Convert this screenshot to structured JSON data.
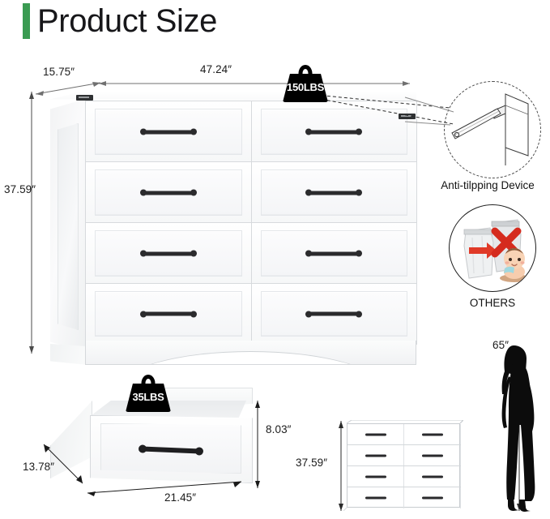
{
  "title": {
    "text": "Product Size",
    "accent_color": "#3a9b52"
  },
  "main_product": {
    "name": "8-drawer dresser",
    "drawer_rows": 4,
    "drawer_columns": 2,
    "dimensions": {
      "depth": "15.75″",
      "width": "47.24″",
      "height": "37.59″"
    },
    "weight_capacity_badge": "150LBS",
    "handle_color": "#2b2b2d"
  },
  "callouts": {
    "anti_tipping": {
      "label": "Anti-tilpping Device",
      "icon": "anti-tip-bracket-detail"
    },
    "others": {
      "label": "OTHERS",
      "icon": "plastic-bag-baby-warning",
      "x_mark_color": "#d52b1e",
      "arrow_color": "#e03a28"
    }
  },
  "single_drawer": {
    "name": "single drawer detail",
    "weight_capacity_badge": "35LBS",
    "dimensions": {
      "depth": "13.78″",
      "width": "21.45″",
      "height": "8.03″"
    }
  },
  "scale_comparison": {
    "dresser_height": "37.59″",
    "person_height": "65″",
    "person_silhouette": "woman-standing-silhouette"
  }
}
